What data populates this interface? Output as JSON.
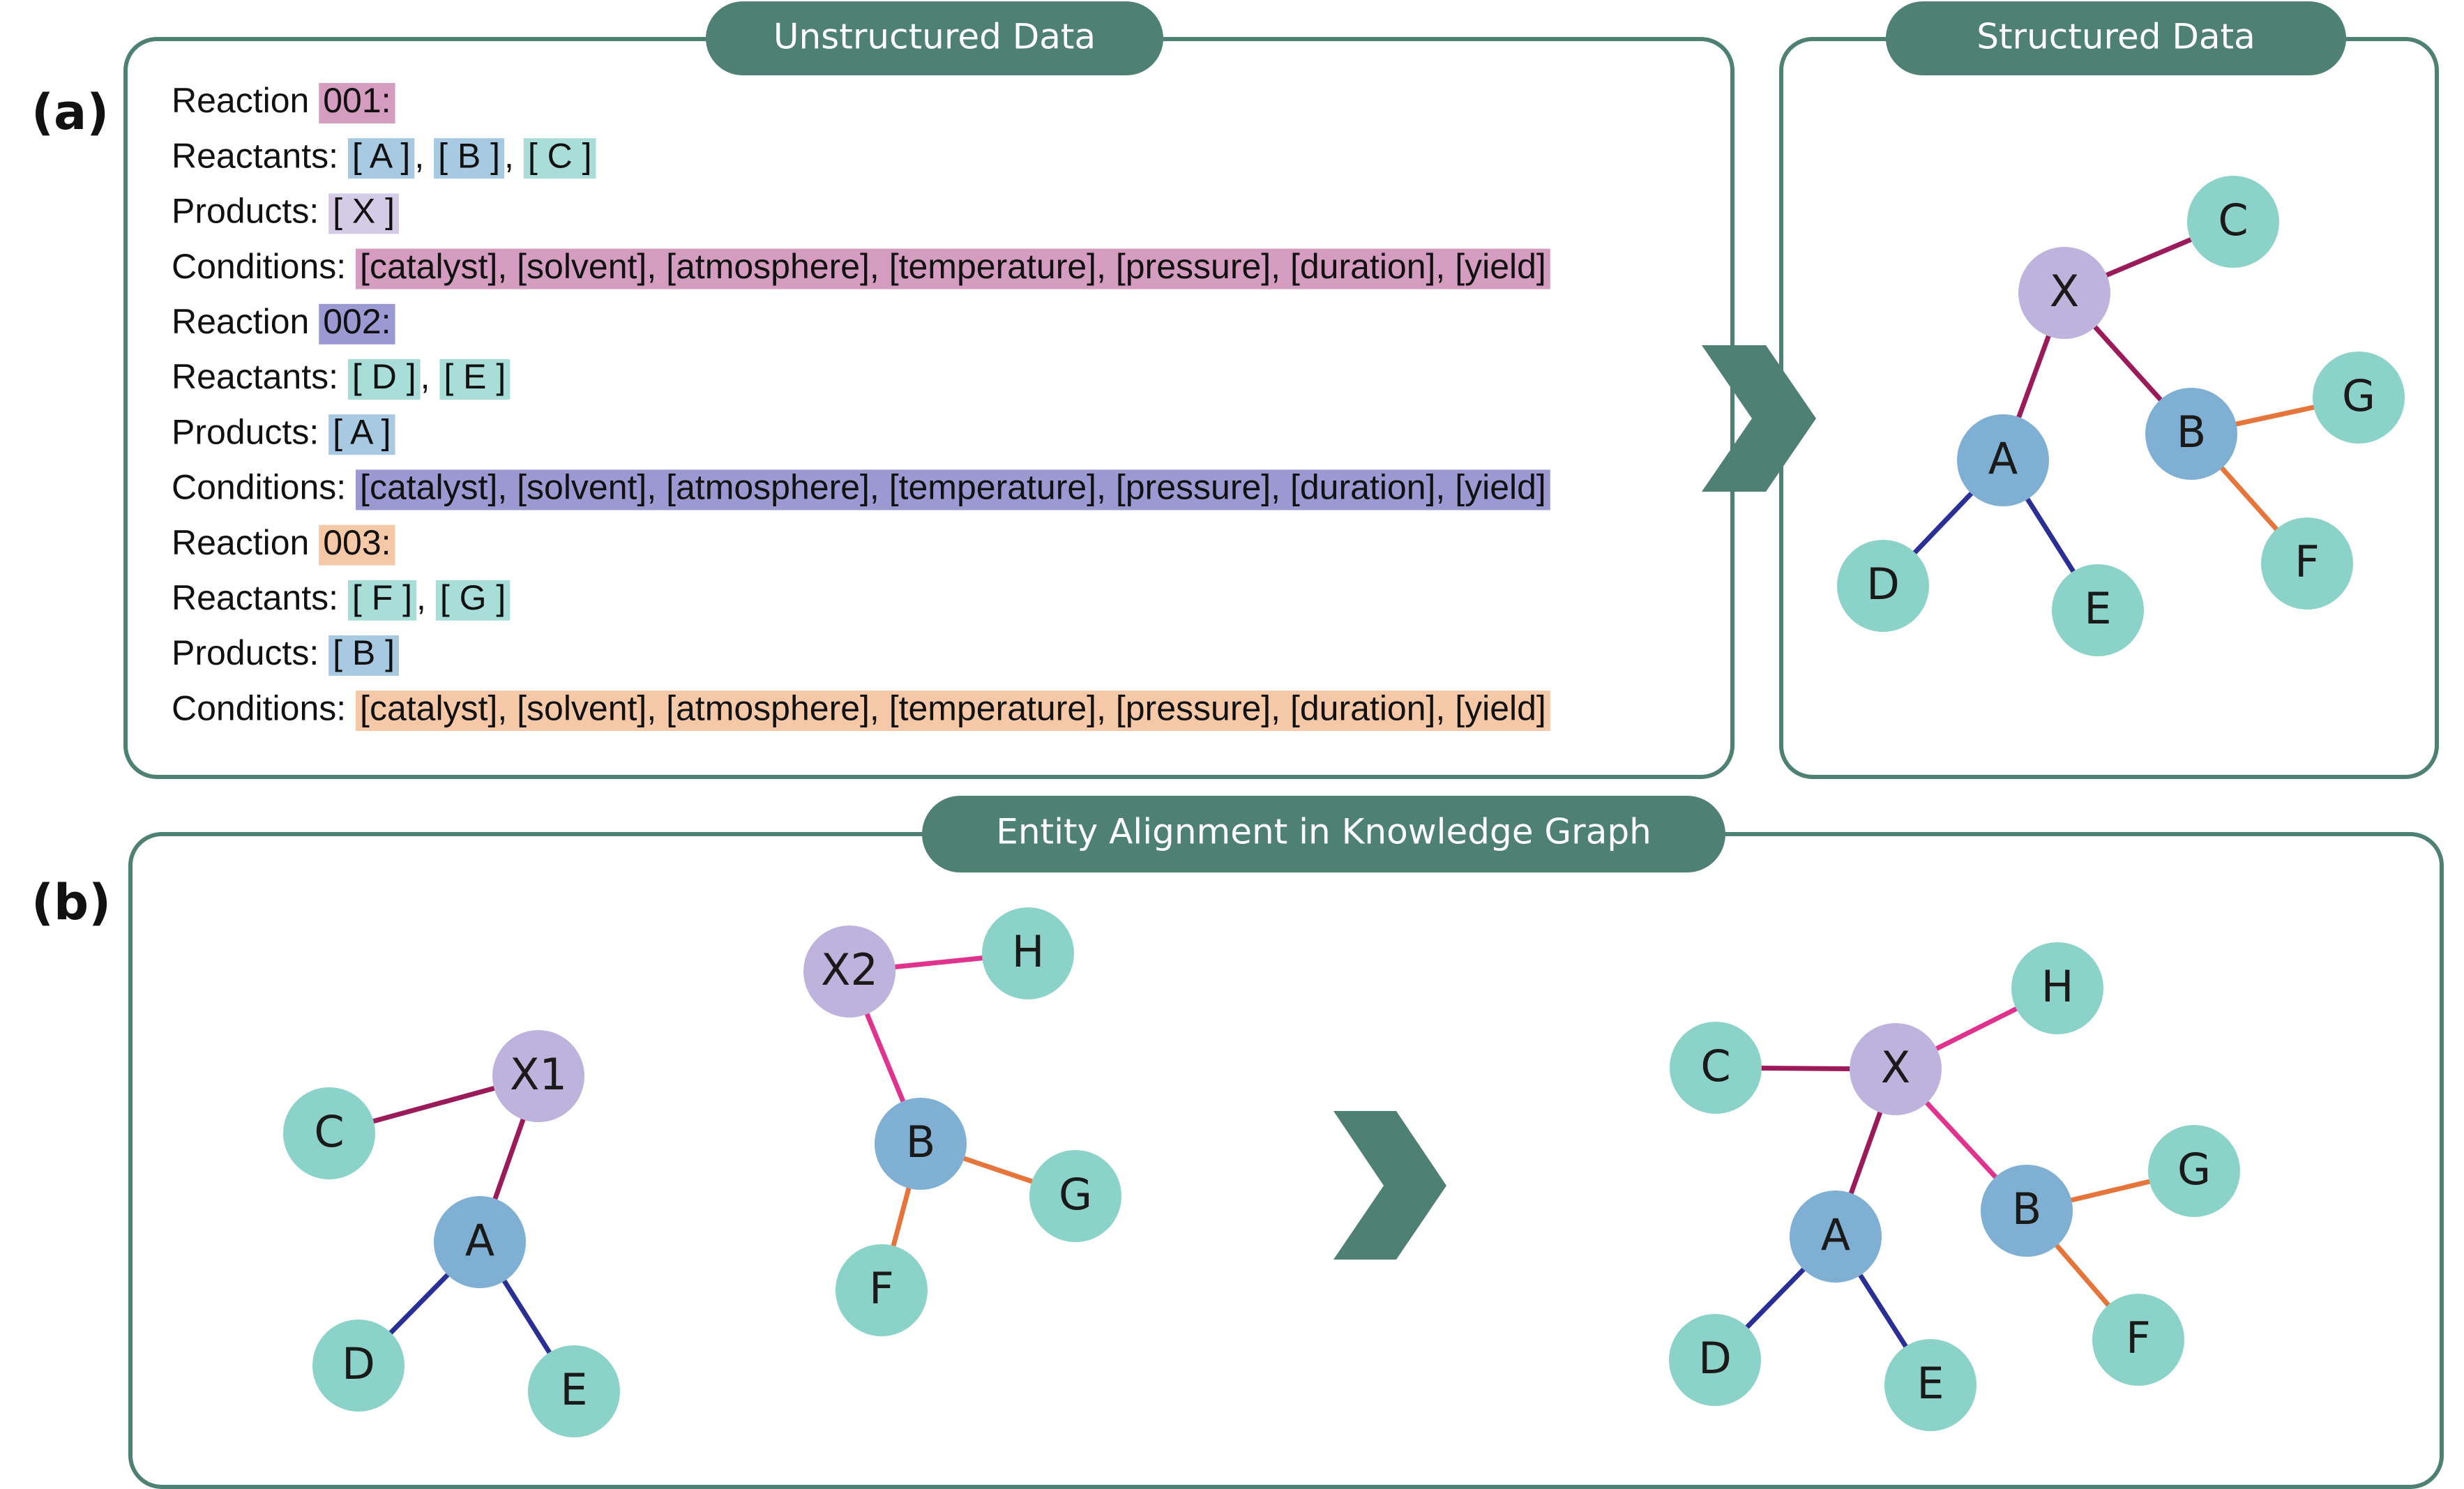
{
  "colors": {
    "frame": "#4e8074",
    "reaction_001": "#d49cbf",
    "reaction_002": "#9c98d2",
    "reaction_003": "#f5c9a8",
    "reactant_blue": "#a8c9e2",
    "reactant_teal": "#a9ddd8",
    "product_lavender": "#d4cbe6",
    "product_blue": "#a8c9e2",
    "node_teal": "#8bd3c9",
    "node_blue": "#7fb0d4",
    "node_lavender": "#bdb3dc",
    "edge_maroon": "#9b1b5a",
    "edge_navy": "#2a2f95",
    "edge_orange": "#e5753a",
    "edge_pink": "#e0338e"
  },
  "panel_a": {
    "label": "(a)",
    "unstructured_title": "Unstructured Data",
    "structured_title": "Structured Data",
    "lines": [
      {
        "segments": [
          {
            "text": "Reaction "
          },
          {
            "text": "001:",
            "hl": "reaction_001"
          }
        ]
      },
      {
        "segments": [
          {
            "text": "Reactants: "
          },
          {
            "text": "[ A ]",
            "hl": "reactant_blue"
          },
          {
            "text": ", "
          },
          {
            "text": "[ B ]",
            "hl": "reactant_blue"
          },
          {
            "text": ", "
          },
          {
            "text": "[ C ]",
            "hl": "reactant_teal"
          }
        ]
      },
      {
        "segments": [
          {
            "text": "Products: "
          },
          {
            "text": "[ X ]",
            "hl": "product_lavender"
          }
        ]
      },
      {
        "segments": [
          {
            "text": "Conditions: "
          },
          {
            "text": "[catalyst], [solvent], [atmosphere], [temperature], [pressure], [duration], [yield]",
            "hl": "reaction_001"
          }
        ]
      },
      {
        "segments": [
          {
            "text": "Reaction "
          },
          {
            "text": "002:",
            "hl": "reaction_002"
          }
        ]
      },
      {
        "segments": [
          {
            "text": "Reactants: "
          },
          {
            "text": "[ D ]",
            "hl": "reactant_teal"
          },
          {
            "text": ", "
          },
          {
            "text": "[ E ]",
            "hl": "reactant_teal"
          }
        ]
      },
      {
        "segments": [
          {
            "text": "Products: "
          },
          {
            "text": "[ A ]",
            "hl": "product_blue"
          }
        ]
      },
      {
        "segments": [
          {
            "text": "Conditions: "
          },
          {
            "text": "[catalyst], [solvent], [atmosphere], [temperature], [pressure], [duration], [yield]",
            "hl": "reaction_002"
          }
        ]
      },
      {
        "segments": [
          {
            "text": "Reaction "
          },
          {
            "text": "003:",
            "hl": "reaction_003"
          }
        ]
      },
      {
        "segments": [
          {
            "text": "Reactants: "
          },
          {
            "text": "[ F ]",
            "hl": "reactant_teal"
          },
          {
            "text": ", "
          },
          {
            "text": "[ G ]",
            "hl": "reactant_teal"
          }
        ]
      },
      {
        "segments": [
          {
            "text": "Products: "
          },
          {
            "text": "[ B ]",
            "hl": "product_blue"
          }
        ]
      },
      {
        "segments": [
          {
            "text": "Conditions: "
          },
          {
            "text": "[catalyst], [solvent], [atmosphere], [temperature], [pressure], [duration], [yield]",
            "hl": "reaction_003"
          }
        ]
      }
    ]
  },
  "panel_b": {
    "label": "(b)",
    "title": "Entity Alignment in Knowledge Graph"
  },
  "graphs": {
    "structured": {
      "nodes": [
        {
          "id": "X",
          "label": "X",
          "kind": "node_lavender"
        },
        {
          "id": "C",
          "label": "C",
          "kind": "node_teal"
        },
        {
          "id": "A",
          "label": "A",
          "kind": "node_blue"
        },
        {
          "id": "B",
          "label": "B",
          "kind": "node_blue"
        },
        {
          "id": "D",
          "label": "D",
          "kind": "node_teal"
        },
        {
          "id": "E",
          "label": "E",
          "kind": "node_teal"
        },
        {
          "id": "G",
          "label": "G",
          "kind": "node_teal"
        },
        {
          "id": "F",
          "label": "F",
          "kind": "node_teal"
        }
      ],
      "edges": [
        {
          "from": "X",
          "to": "C",
          "kind": "edge_maroon"
        },
        {
          "from": "X",
          "to": "A",
          "kind": "edge_maroon"
        },
        {
          "from": "X",
          "to": "B",
          "kind": "edge_maroon"
        },
        {
          "from": "A",
          "to": "D",
          "kind": "edge_navy"
        },
        {
          "from": "A",
          "to": "E",
          "kind": "edge_navy"
        },
        {
          "from": "B",
          "to": "G",
          "kind": "edge_orange"
        },
        {
          "from": "B",
          "to": "F",
          "kind": "edge_orange"
        }
      ]
    },
    "left_x1": {
      "nodes": [
        {
          "id": "X1",
          "label": "X1",
          "kind": "node_lavender"
        },
        {
          "id": "C",
          "label": "C",
          "kind": "node_teal"
        },
        {
          "id": "A",
          "label": "A",
          "kind": "node_blue"
        },
        {
          "id": "D",
          "label": "D",
          "kind": "node_teal"
        },
        {
          "id": "E",
          "label": "E",
          "kind": "node_teal"
        }
      ],
      "edges": [
        {
          "from": "X1",
          "to": "C",
          "kind": "edge_maroon"
        },
        {
          "from": "X1",
          "to": "A",
          "kind": "edge_maroon"
        },
        {
          "from": "A",
          "to": "D",
          "kind": "edge_navy"
        },
        {
          "from": "A",
          "to": "E",
          "kind": "edge_navy"
        }
      ]
    },
    "left_x2": {
      "nodes": [
        {
          "id": "X2",
          "label": "X2",
          "kind": "node_lavender"
        },
        {
          "id": "H",
          "label": "H",
          "kind": "node_teal"
        },
        {
          "id": "B",
          "label": "B",
          "kind": "node_blue"
        },
        {
          "id": "G",
          "label": "G",
          "kind": "node_teal"
        },
        {
          "id": "F",
          "label": "F",
          "kind": "node_teal"
        }
      ],
      "edges": [
        {
          "from": "X2",
          "to": "H",
          "kind": "edge_pink"
        },
        {
          "from": "X2",
          "to": "B",
          "kind": "edge_pink"
        },
        {
          "from": "B",
          "to": "G",
          "kind": "edge_orange"
        },
        {
          "from": "B",
          "to": "F",
          "kind": "edge_orange"
        }
      ]
    },
    "merged": {
      "nodes": [
        {
          "id": "X",
          "label": "X",
          "kind": "node_lavender"
        },
        {
          "id": "C",
          "label": "C",
          "kind": "node_teal"
        },
        {
          "id": "H",
          "label": "H",
          "kind": "node_teal"
        },
        {
          "id": "A",
          "label": "A",
          "kind": "node_blue"
        },
        {
          "id": "B",
          "label": "B",
          "kind": "node_blue"
        },
        {
          "id": "D",
          "label": "D",
          "kind": "node_teal"
        },
        {
          "id": "E",
          "label": "E",
          "kind": "node_teal"
        },
        {
          "id": "G",
          "label": "G",
          "kind": "node_teal"
        },
        {
          "id": "F",
          "label": "F",
          "kind": "node_teal"
        }
      ],
      "edges": [
        {
          "from": "X",
          "to": "C",
          "kind": "edge_maroon"
        },
        {
          "from": "X",
          "to": "A",
          "kind": "edge_maroon"
        },
        {
          "from": "X",
          "to": "H",
          "kind": "edge_pink"
        },
        {
          "from": "X",
          "to": "B",
          "kind": "edge_pink"
        },
        {
          "from": "A",
          "to": "D",
          "kind": "edge_navy"
        },
        {
          "from": "A",
          "to": "E",
          "kind": "edge_navy"
        },
        {
          "from": "B",
          "to": "G",
          "kind": "edge_orange"
        },
        {
          "from": "B",
          "to": "F",
          "kind": "edge_orange"
        }
      ]
    }
  }
}
